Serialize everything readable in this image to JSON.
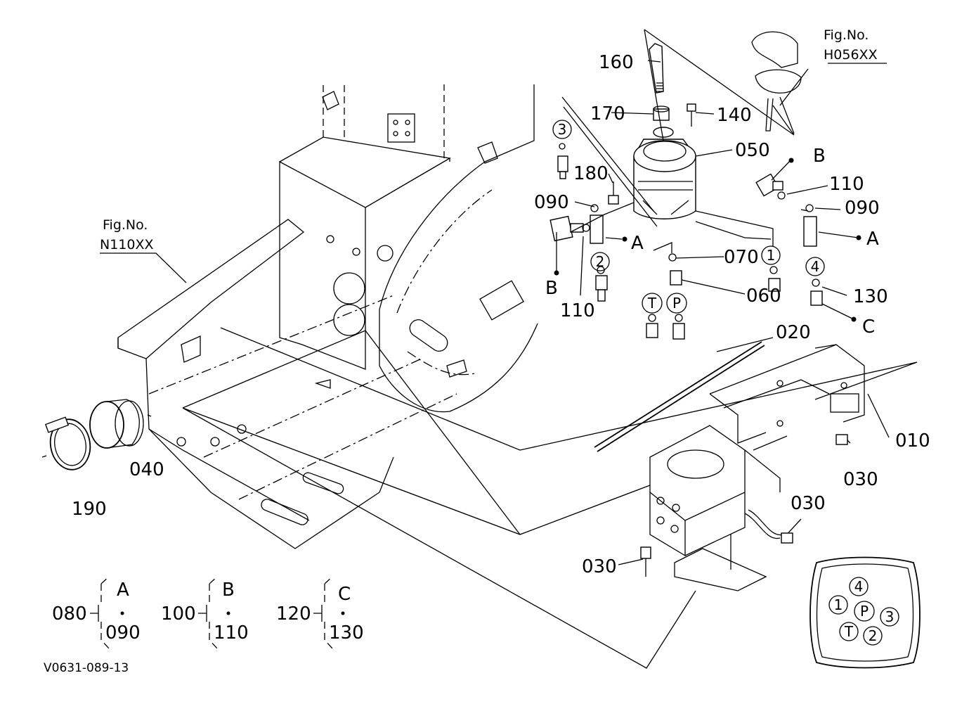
{
  "figure": {
    "drawing_code": "V0631-089-13",
    "fig_refs": [
      {
        "line1": "Fig.No.",
        "line2": "H056XX"
      },
      {
        "line1": "Fig.No.",
        "line2": "N110XX"
      }
    ],
    "part_labels": [
      "160",
      "170",
      "140",
      "050",
      "180",
      "090",
      "B",
      "110",
      "090",
      "A",
      "110",
      "B",
      "2",
      "3",
      "1",
      "4",
      "T",
      "P",
      "070",
      "060",
      "130",
      "C",
      "020",
      "010",
      "030",
      "030",
      "030",
      "040",
      "190",
      "A"
    ],
    "kit_groups": [
      {
        "parent": "080",
        "letter": "A",
        "child": "090"
      },
      {
        "parent": "100",
        "letter": "B",
        "child": "110"
      },
      {
        "parent": "120",
        "letter": "C",
        "child": "130"
      }
    ],
    "port_key": {
      "ports": [
        "4",
        "1",
        "P",
        "3",
        "T",
        "2"
      ]
    }
  }
}
